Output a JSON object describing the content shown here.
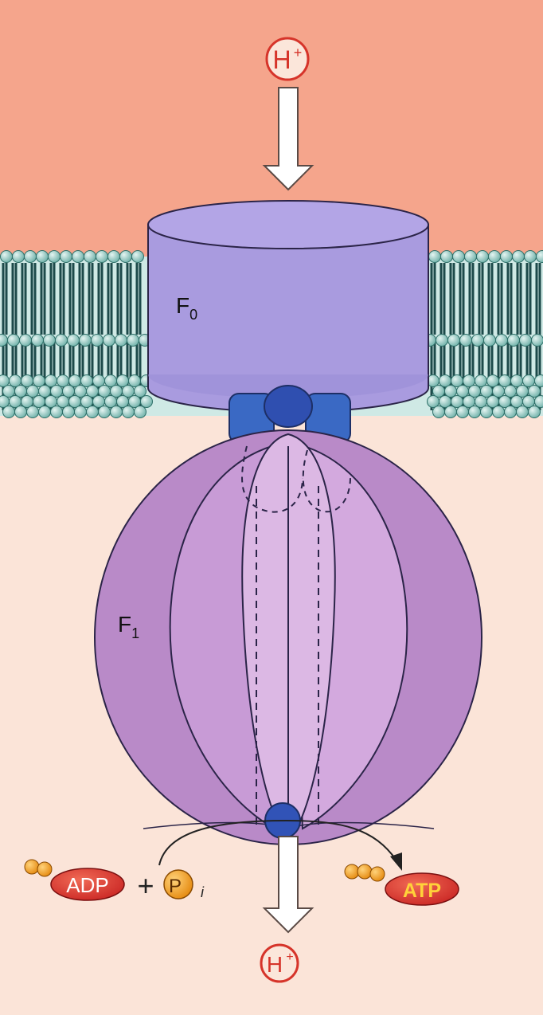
{
  "labels": {
    "h_top": "H",
    "h_top_sup": "+",
    "h_bottom": "H",
    "h_bottom_sup": "+",
    "f0_letter": "F",
    "f0_sub": "0",
    "f1_letter": "F",
    "f1_sub": "1",
    "adp": "ADP",
    "plus": "+",
    "pi_letter": "P",
    "pi_sub": "i",
    "atp": "ATP"
  },
  "colors": {
    "intermembrane_space": "#f5a58c",
    "matrix": "#fbe4d8",
    "membrane_head": "#a8d5cf",
    "membrane_tail": "#1d4a4a",
    "f0": "#a89be0",
    "f1": "#c79ad2",
    "stalk_blue": "#3f71c9",
    "adp_red": "#d52a2a",
    "phosphate_orange": "#f39a1d",
    "proton_red": "#d6342a"
  }
}
